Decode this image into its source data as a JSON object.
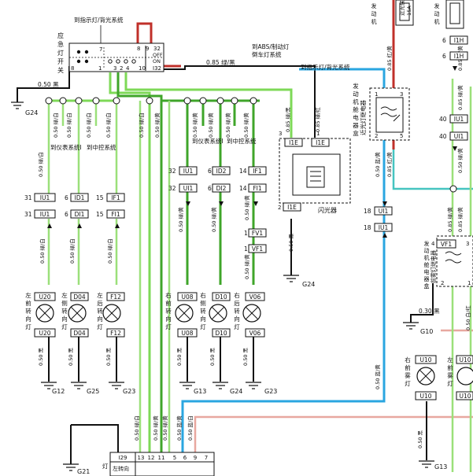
{
  "labels": {
    "to_indicator_top": "到指示灯/背光系统",
    "to_abs": "到ABS/制动灯",
    "reverse_light": "倒车灯系统",
    "to_indicator_right": "到指示灯/背光系统",
    "emergency_switch": "应急灯开关",
    "to_instrument": "到仪表系统I",
    "to_center_ctrl": "到中控系统",
    "to_instrument2": "到仪表系统I",
    "to_center_ctrl2": "到中控系统",
    "flasher": "闪光器",
    "engine_box": "发动机舱电器盒",
    "low_beam_relay": "近光灯继电器",
    "low_beam_fuse": "近光保险",
    "fuse_15a": "15A",
    "front_left_turn": "左前转向灯",
    "left_side_turn": "左侧转向灯",
    "left_rear_turn": "左后转向灯",
    "right_front_turn": "右前转向灯",
    "right_side_turn": "右侧转向灯",
    "right_rear_turn": "右后转向灯",
    "front_fog_left": "左前雾灯",
    "front_fog_right": "右前雾灯",
    "fog_relay": "前雾灯继电器",
    "left_turn": "左转向",
    "lamp": "灯"
  },
  "switch": {
    "pins_top": [
      "7",
      "8",
      "9",
      "32",
      "OFF",
      "ON"
    ],
    "pins_bottom": [
      "8",
      "3",
      "2",
      "4",
      "10",
      "I32"
    ],
    "pin_left": "8",
    "pin_mid": "1"
  },
  "wires": {
    "w_050_black": "0.50 黑",
    "w_085_green_black": "0.85 绿/黑",
    "w_050_green_white": "0.50 绿/白",
    "w_050_green_yellow": "0.50 绿/黄",
    "w_085_green_red": "0.85 绿/红",
    "w_085_green_black2": "0.85 绿/黑",
    "w_050_blue_yellow": "0.50 蓝/黄",
    "w_085_red_yellow": "0.85 红/黄",
    "w_030_black": "0.30 黑",
    "w_050_white_red": "0.50 白/红",
    "w_085_green_yellow": "0.85 绿/黄",
    "w_050_blue_white": "0.50 蓝/白"
  },
  "connectors": {
    "IU1a": "IU1",
    "IU1b": "IU1",
    "ID1a": "ID1",
    "DI1": "DI1",
    "IF1a": "IF1",
    "FI1": "FI1",
    "IU1c": "IU1",
    "UI1": "UI1",
    "ID2": "ID2",
    "DI2": "DI2",
    "IF1b": "IF1",
    "FI1b": "FI1",
    "FV1": "FV1",
    "VF1": "VF1",
    "I1E_a": "I1E",
    "I1E_b": "I1E",
    "I1E_c": "I1E",
    "UI1r": "UI1",
    "IU1r": "IU1",
    "I1H_a": "I1H",
    "IU1r2": "IU1",
    "UI1r2": "UI1",
    "VF1r": "VF1",
    "U20a": "U20",
    "U20b": "U20",
    "D04a": "D04",
    "D04b": "D04",
    "F12a": "F12",
    "F12b": "F12",
    "U08a": "U08",
    "U08b": "U08",
    "D10a": "D10",
    "D10b": "D10",
    "V06a": "V06",
    "V06b": "V06",
    "U10a": "U10",
    "U10b": "U10",
    "I29": "I29"
  },
  "pin_numbers": {
    "p31": "31",
    "p6": "6",
    "p15": "15",
    "p32": "32",
    "p14": "14",
    "p2": "2",
    "p1": "1",
    "p18": "18",
    "p40": "40",
    "p3": "3",
    "p5": "5",
    "p4": "4"
  },
  "grounds": [
    "G24",
    "G12",
    "G25",
    "G23",
    "G13",
    "G24",
    "G23",
    "G24",
    "G10",
    "G13",
    "G21"
  ],
  "bottom_connector_pins": [
    "I29",
    "13",
    "12",
    "11",
    "5",
    "6",
    "9",
    "7"
  ]
}
